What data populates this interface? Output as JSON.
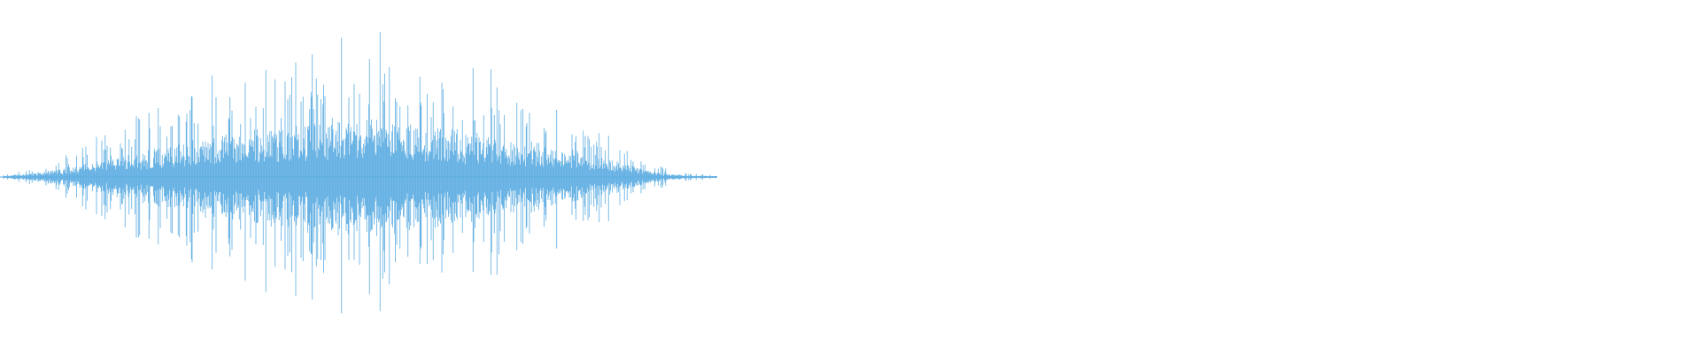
{
  "waveform": {
    "color": "#5DADE2",
    "envelope": [
      0.02,
      0.04,
      0.08,
      0.12,
      0.18,
      0.22,
      0.28,
      0.34,
      0.4,
      0.46,
      0.52,
      0.58,
      0.64,
      0.68,
      0.72,
      0.76,
      0.8,
      0.84,
      0.88,
      0.92,
      0.95,
      0.98,
      1.0,
      0.98,
      0.95,
      0.92,
      0.88,
      0.84,
      0.8,
      0.76,
      0.72,
      0.68,
      0.64,
      0.58,
      0.52,
      0.46,
      0.4,
      0.34,
      0.26,
      0.18,
      0.1,
      0.06,
      0.03,
      0.02,
      0.01
    ]
  }
}
